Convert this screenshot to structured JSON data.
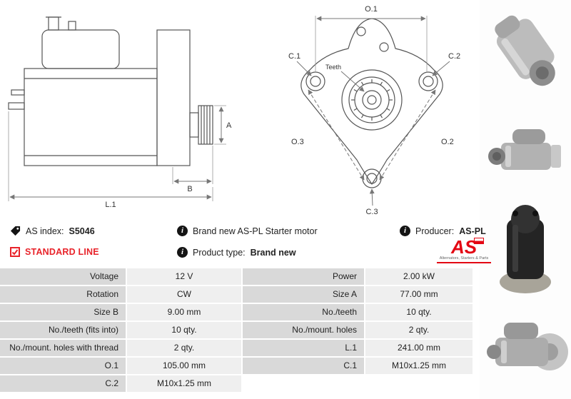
{
  "info": {
    "as_index": {
      "label": "AS index:",
      "value": "S5046"
    },
    "brand_new_text": "Brand new AS-PL Starter motor",
    "producer": {
      "label": "Producer:",
      "value": "AS-PL"
    },
    "standard_line": "STANDARD LINE",
    "product_type": {
      "label": "Product type:",
      "value": "Brand new"
    }
  },
  "logo": {
    "text": "AS",
    "tagline": "Alternators, Starters & Parts"
  },
  "drawings": {
    "side": {
      "a": "A",
      "b": "B",
      "l1": "L.1"
    },
    "front": {
      "o1": "O.1",
      "o2": "O.2",
      "o3": "O.3",
      "c1": "C.1",
      "c2": "C.2",
      "c3": "C.3",
      "teeth": "Teeth"
    }
  },
  "specs": {
    "rows": [
      {
        "label_left": "Voltage",
        "value_left": "12 V",
        "label_right": "Power",
        "value_right": "2.00 kW"
      },
      {
        "label_left": "Rotation",
        "value_left": "CW",
        "label_right": "Size A",
        "value_right": "77.00 mm"
      },
      {
        "label_left": "Size B",
        "value_left": "9.00 mm",
        "label_right": "No./teeth",
        "value_right": "10 qty."
      },
      {
        "label_left": "No./teeth (fits into)",
        "value_left": "10 qty.",
        "label_right": "No./mount. holes",
        "value_right": "2 qty."
      },
      {
        "label_left": "No./mount. holes with thread",
        "value_left": "2 qty.",
        "label_right": "L.1",
        "value_right": "241.00 mm"
      },
      {
        "label_left": "O.1",
        "value_left": "105.00 mm",
        "label_right": "C.1",
        "value_right": "M10x1.25 mm"
      },
      {
        "label_left": "C.2",
        "value_left": "M10x1.25 mm",
        "label_right": "",
        "value_right": ""
      }
    ]
  },
  "colors": {
    "accent": "#e30613",
    "label_cell_bg": "#d9d9d9",
    "value_cell_bg": "#efefef"
  }
}
